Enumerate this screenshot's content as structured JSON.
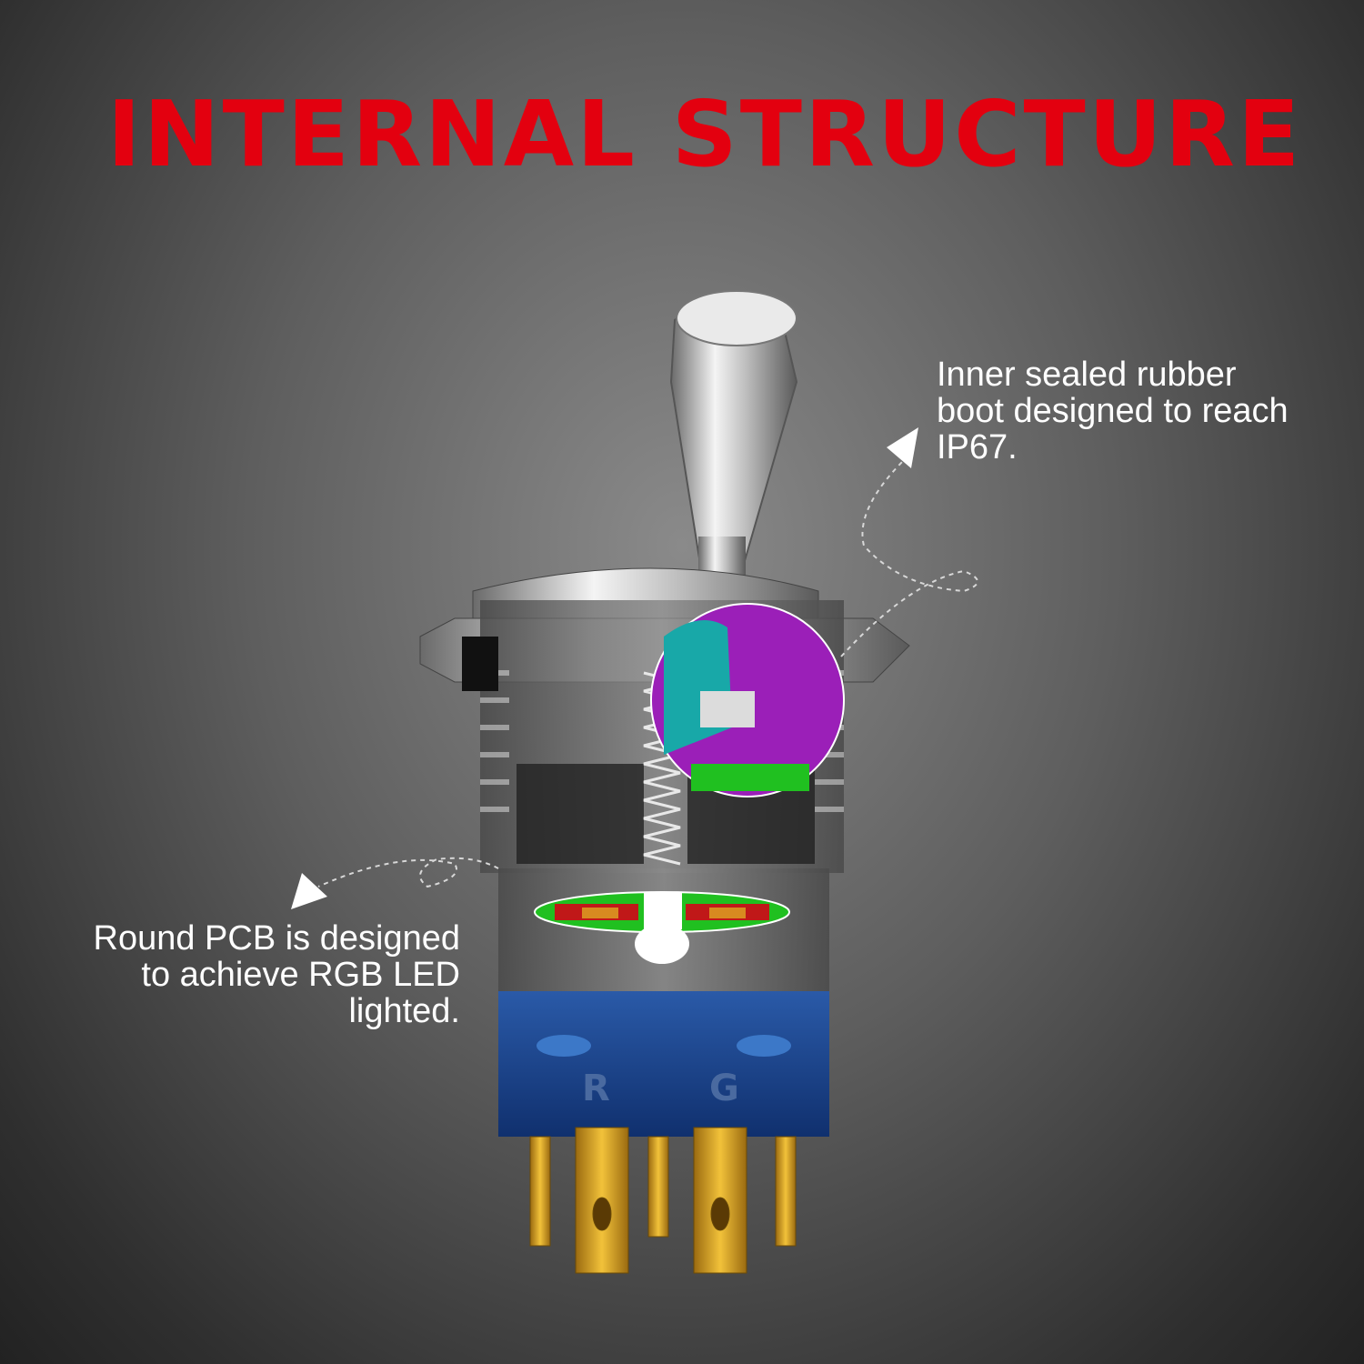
{
  "title": "INTERNAL STRUCTURE",
  "callouts": {
    "boot": "Inner sealed rubber\nboot designed to reach\nIP67.",
    "pcb": "Round PCB is designed\nto achieve RGB LED\nlighted."
  },
  "terminals": {
    "r": "R",
    "g": "G"
  },
  "colors": {
    "title": "#e3000f",
    "callout_text": "#ffffff",
    "boot_teal": "#18a8a8",
    "boot_purple": "#9b1fb8",
    "led_green": "#20c020",
    "pcb_red": "#c01818",
    "pcb_orange": "#d88a20",
    "base_blue": "#1b3f8a",
    "terminal_gold": "#d9a520"
  }
}
